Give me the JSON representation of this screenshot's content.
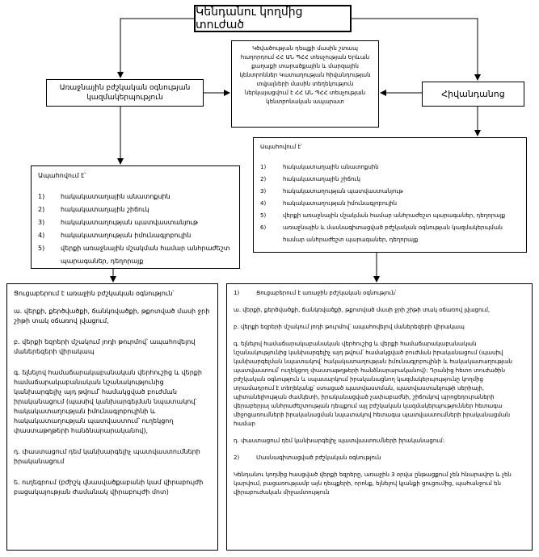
{
  "title": "Կենդանու կողմից տուժած",
  "org_box": "Առաջնային բժշկական օգնության կազմակերպություն",
  "note_box": "Կծվածության դեպքի մասին շտապ հաղորդում ՀՀ ԱՆ ՊՀՀ տեսչության Երևան քաղաքի տարածքային և մարզային կենտրոններ Կատաղության հիվանդության տվյալների մասին տեղեկություն ներկայացվում է ՀՀ ԱՆ ՊՀՀ տեսչության կենտրոնական ապարատ",
  "patient_box": "Հիվանդանոց",
  "left_oblig": {
    "header": "Ապահովում է՝",
    "items": [
      {
        "num": "1)",
        "text": "հակակատաղային անատոքսին"
      },
      {
        "num": "2)",
        "text": "հակակատաղային շիճուկ"
      },
      {
        "num": "3)",
        "text": "հակակատաղության պատվաստանյութ"
      },
      {
        "num": "4)",
        "text": "հակակատաղության իմունագլոբուլին"
      },
      {
        "num": "5)",
        "text": "վերքի առաջնային մշակման համար անհրաժեշտ պարագաներ, դեղորայք"
      }
    ]
  },
  "right_oblig": {
    "header": "Ապահովում է՝",
    "items": [
      {
        "num": "1)",
        "text": "հակակատաղային անատոքսին"
      },
      {
        "num": "2)",
        "text": "հակակատաղային շիճուկ"
      },
      {
        "num": "3)",
        "text": "հակակատաղության պատվաստանյութ"
      },
      {
        "num": "4)",
        "text": "հակակատաղության իմունագլոբուլին"
      },
      {
        "num": "5)",
        "text": "վերքի առաջնային մշակման համար անհրաժեշտ պարագաներ, դեղորայք"
      },
      {
        "num": "6)",
        "text": "առաջնային և մասնագիտացված բժշկական օգնության կազմակերպման համար անհրաժեշտ պարագաներ, դեղորայք"
      }
    ]
  },
  "left_care": {
    "header": "Ցուցաբերում է առաջին բժշկական օգնություն՝",
    "paragraphs": [
      "ա. վերքի, քերծվածքի, ճանկռվածքի, թքոտված մասի ջրի շիթի տակ օճառով լվացում,",
      "բ. վերքի եզրերի մշակում յոդի թուրմով՝ ապահովելով մաներեզերի վիրակապ",
      "գ. ելնելով համաճարակաբանական վերհուշից և վերքի համաճարակաբանական նշանակությունից կանխարգելիչ այդ թվում՝ համակցված բուժման իրականացում (պասիվ կանխարգելման նպատակով՝ հակակատաղության իմունագլոբուլինի և հակակատաղության պատվաստում՝ ուղեկցող փաստաթղթերի հանձնարարականով),",
      "դ. փաստացում դեմ կանխարգելիչ պատվաստումների իրականացում",
      "ե. ուղեգրում (բժիշկ վնասվածքաբանի կամ վիրաբույժի բացակայության ժամանակ վիրաբույժի մոտ)"
    ]
  },
  "right_care": {
    "header_num": "1)",
    "header": "Ցուցաբերում է առաջին բժշկական օգնություն՝",
    "paragraphs": [
      "ա. վերքի, քերծվածքի, ճանկռվածքի, թքոտված մասի ջրի շիթի տակ օճառով լվացում,",
      "բ. վերքի եզրերի մշակում յոդի թուրմով՝ ապահովելով մաներեզերի վիրակապ",
      "գ. ելնելով համաճարակաբանական վերհուշից և վերքի համաճարակաբանական նշանակությունից կանխարգելիչ այդ թվում՝ համակցված բուժման իրականացում (պասիվ կանխարգելման նպատակով՝ հակակատաղության իմունագլոբուլինի և հակակատաղության պատվաստում՝ ուղեկցող փաստաթղթերի հանձնարարականով): Դրանից հետո տուժածին բժշկական օգնություն և սպասարկում իրականացնող կազմակերպությունը կողմից տրամադրում է տեղեկանք՝ ստացած պատվաստման, պատվաստանյութի սերիայի, պիտանելիության ժամկետի, իրականացված չափաբաժնի, շիճուկով պրոցեդուրաների վերաբերյալ անհրաժեշտության դեպքում այլ բժշկական կազմակերպություններ հետագա միջոցառումների իրականացման նպատակով հետագա պատվաստումների իրականացման համար",
      "դ. փաստացում դեմ կանխարգելիչ պատվաստումների իրականացում:"
    ],
    "sub_num": "2)",
    "sub_header": "Մասնագիտացված բժշկական օգնություն",
    "sub_text": "Կենդանու կողմից հասցված վերքի եզրերը, առաջին 3 օրվա ընթացքում չեն հնարավոր և չեն կարվում, բացառությամբ այն դեպքերի, որոնք, ելնելով կյանքի ցուցումից, պահանջում են վիրաբուժական միջամտություն"
  }
}
